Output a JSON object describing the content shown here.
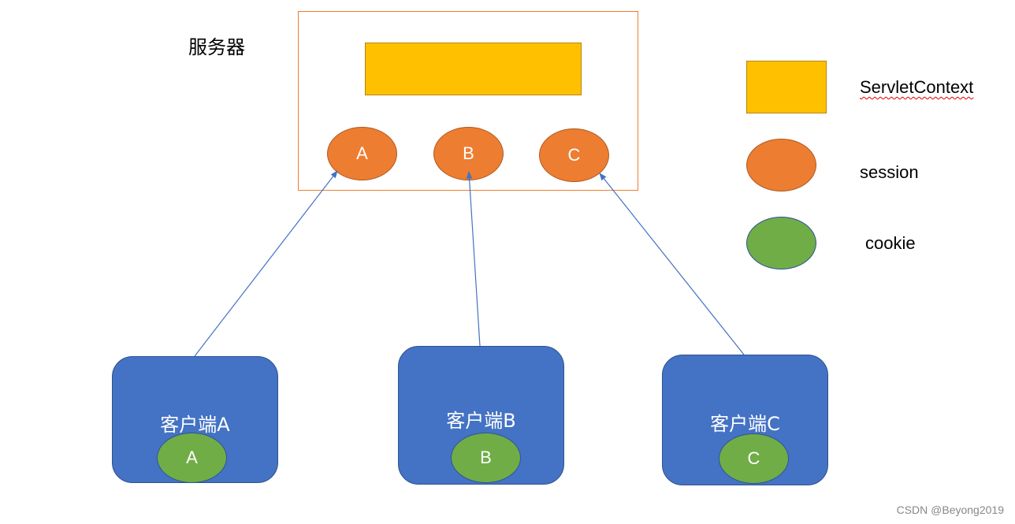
{
  "server": {
    "label": "服务器",
    "sessions": [
      "A",
      "B",
      "C"
    ]
  },
  "clients": [
    {
      "label": "客户端A",
      "cookie": "A"
    },
    {
      "label": "客户端B",
      "cookie": "B"
    },
    {
      "label": "客户端C",
      "cookie": "C"
    }
  ],
  "legend": {
    "context": "ServletContext",
    "session": "session",
    "cookie": "cookie"
  },
  "colors": {
    "context": "#FFC000",
    "session": "#ED7D31",
    "cookie": "#70AD47",
    "client": "#4472C4",
    "arrow": "#4472C4"
  },
  "watermark": "CSDN @Beyong2019"
}
